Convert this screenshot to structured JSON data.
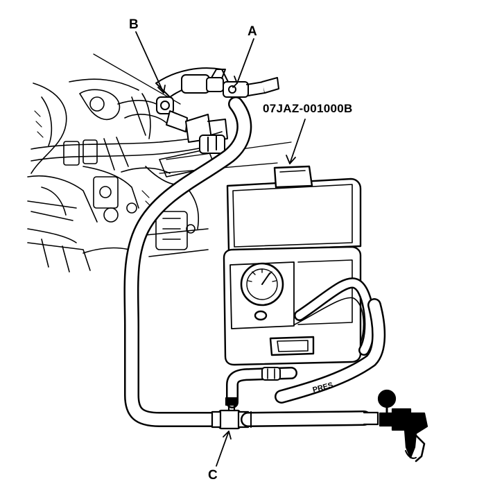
{
  "labels": {
    "a": "A",
    "b": "B",
    "c": "C",
    "tool": "07JAZ-001000B"
  },
  "hose_marking": "PRES",
  "colors": {
    "ink": "#000000",
    "paper": "#ffffff"
  }
}
